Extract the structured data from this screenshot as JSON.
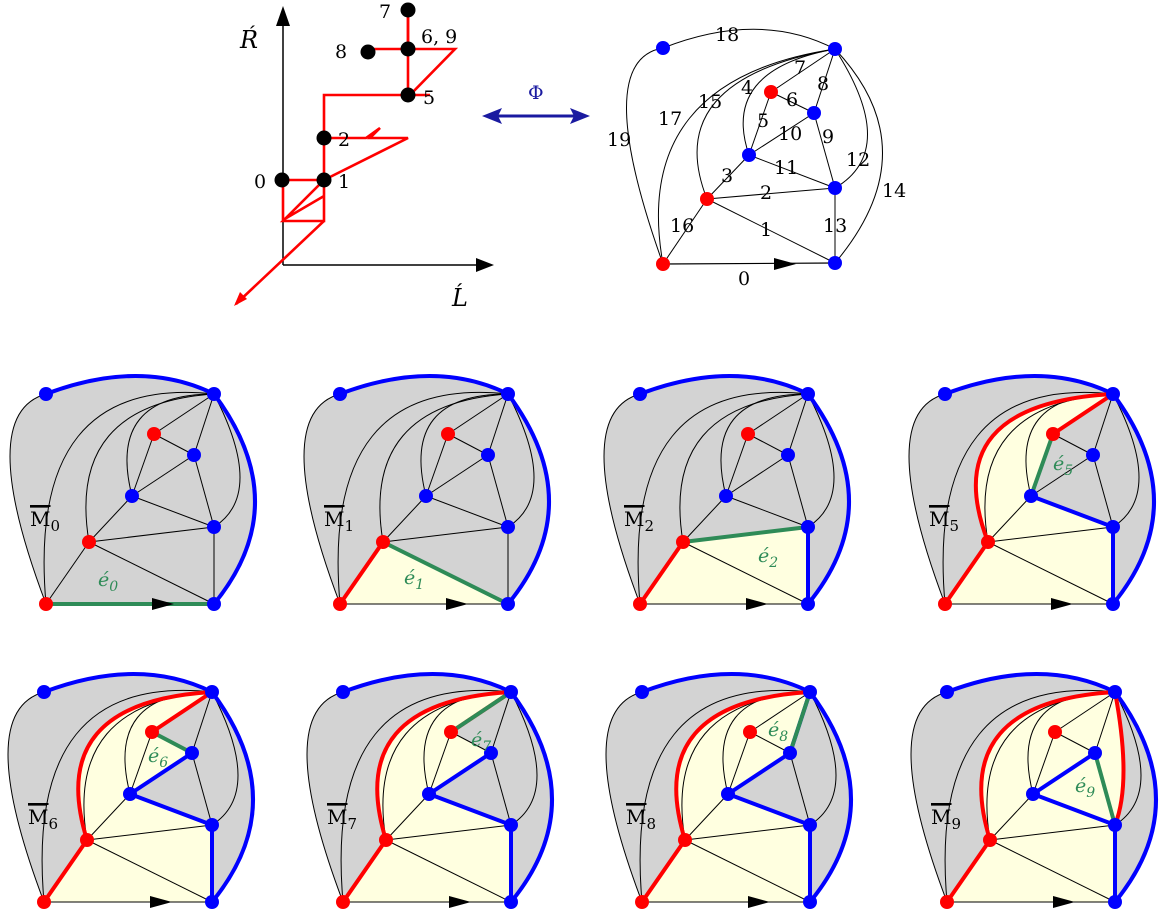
{
  "colors": {
    "red": "#ff0000",
    "blue": "#0000ff",
    "green": "#2e8b57",
    "gray": "#d3d3d3",
    "cream": "#ffffe0",
    "black": "#000000",
    "phi_arrow": "#1a1aa0"
  },
  "walk_plot": {
    "y_axis_label": "Ŕ",
    "x_axis_label": "Ĺ",
    "point_labels": [
      "0",
      "1",
      "2",
      "5",
      "6, 9",
      "7",
      "8"
    ]
  },
  "bijection": {
    "label": "Φ"
  },
  "map": {
    "edge_labels": [
      "0",
      "1",
      "2",
      "3",
      "4",
      "5",
      "6",
      "7",
      "8",
      "9",
      "10",
      "11",
      "12",
      "13",
      "14",
      "15",
      "16",
      "17",
      "18",
      "19"
    ]
  },
  "panels": [
    {
      "title": "M",
      "index": "0",
      "edge": "é",
      "edge_index": "0"
    },
    {
      "title": "M",
      "index": "1",
      "edge": "é",
      "edge_index": "1"
    },
    {
      "title": "M",
      "index": "2",
      "edge": "é",
      "edge_index": "2"
    },
    {
      "title": "M",
      "index": "5",
      "edge": "é",
      "edge_index": "5"
    },
    {
      "title": "M",
      "index": "6",
      "edge": "é",
      "edge_index": "6"
    },
    {
      "title": "M",
      "index": "7",
      "edge": "é",
      "edge_index": "7"
    },
    {
      "title": "M",
      "index": "8",
      "edge": "é",
      "edge_index": "8"
    },
    {
      "title": "M",
      "index": "9",
      "edge": "é",
      "edge_index": "9"
    }
  ]
}
